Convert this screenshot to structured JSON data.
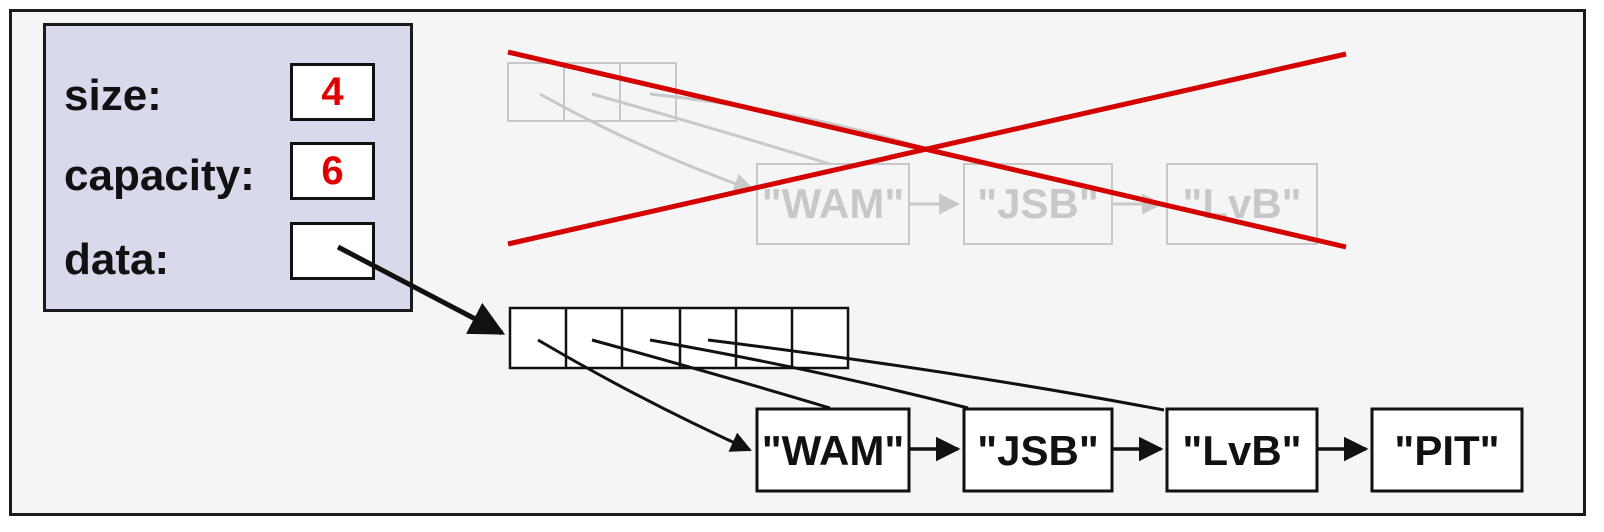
{
  "header_struct": {
    "size_label": "size:",
    "size_value": "4",
    "capacity_label": "capacity:",
    "capacity_value": "6",
    "data_label": "data:"
  },
  "old_array": {
    "cell_count": 3,
    "strings": [
      "\"WAM\"",
      "\"JSB\"",
      "\"LvB\""
    ],
    "status": "crossed-out"
  },
  "new_array": {
    "cell_count": 6,
    "strings": [
      "\"WAM\"",
      "\"JSB\"",
      "\"LvB\"",
      "\"PIT\""
    ]
  },
  "colors": {
    "value_text": "#e00000",
    "cross_out": "#d40000",
    "faded": "#c8c8c8",
    "panel_bg": "#d9d9ec",
    "frame_bg": "#f5f5f5"
  }
}
